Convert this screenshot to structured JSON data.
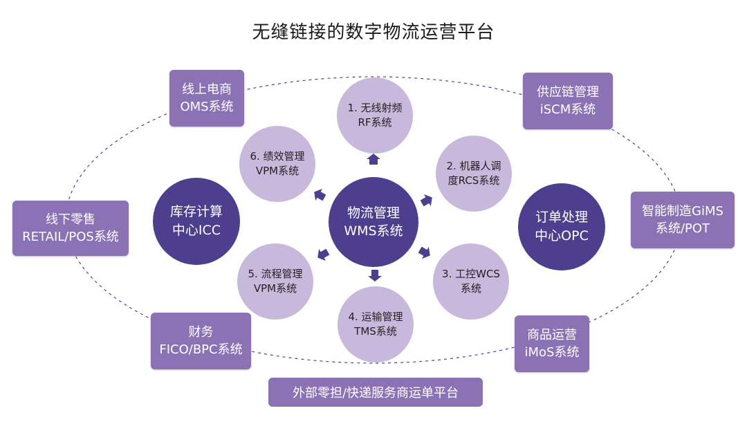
{
  "title": "无缝链接的数字物流运营平台",
  "colors": {
    "box": "#8b72b5",
    "satellite": "#c8b8dc",
    "dark": "#4d3f8e",
    "dash": "#4d3f8e"
  },
  "center": {
    "line1": "物流管理",
    "line2": "WMS系统"
  },
  "satellites": [
    {
      "line1": "1. 无线射频",
      "line2": "RF系统"
    },
    {
      "line1": "2. 机器人调",
      "line2": "度RCS系统"
    },
    {
      "line1": "3. 工控WCS",
      "line2": "系统"
    },
    {
      "line1": "4. 运输管理",
      "line2": "TMS系统"
    },
    {
      "line1": "5. 流程管理",
      "line2": "VPM系统"
    },
    {
      "line1": "6. 绩效管理",
      "line2": "VPM系统"
    }
  ],
  "left_center": {
    "line1": "库存计算",
    "line2": "中心ICC"
  },
  "right_center": {
    "line1": "订单处理",
    "line2": "中心OPC"
  },
  "outer_boxes": {
    "oms": {
      "line1": "线上电商",
      "line2": "OMS系统"
    },
    "scm": {
      "line1": "供应链管理",
      "line2": "iSCM系统"
    },
    "retail": {
      "line1": "线下零售",
      "line2": "RETAIL/POS系统"
    },
    "mes": {
      "line1": "智能制造GiMS",
      "line2": "系统/POT"
    },
    "fico": {
      "line1": "财务",
      "line2": "FICO/BPC系统"
    },
    "imos": {
      "line1": "商品运营",
      "line2": "iMoS系统"
    }
  },
  "bottom_bar": "外部零担/快递服务商运单平台"
}
